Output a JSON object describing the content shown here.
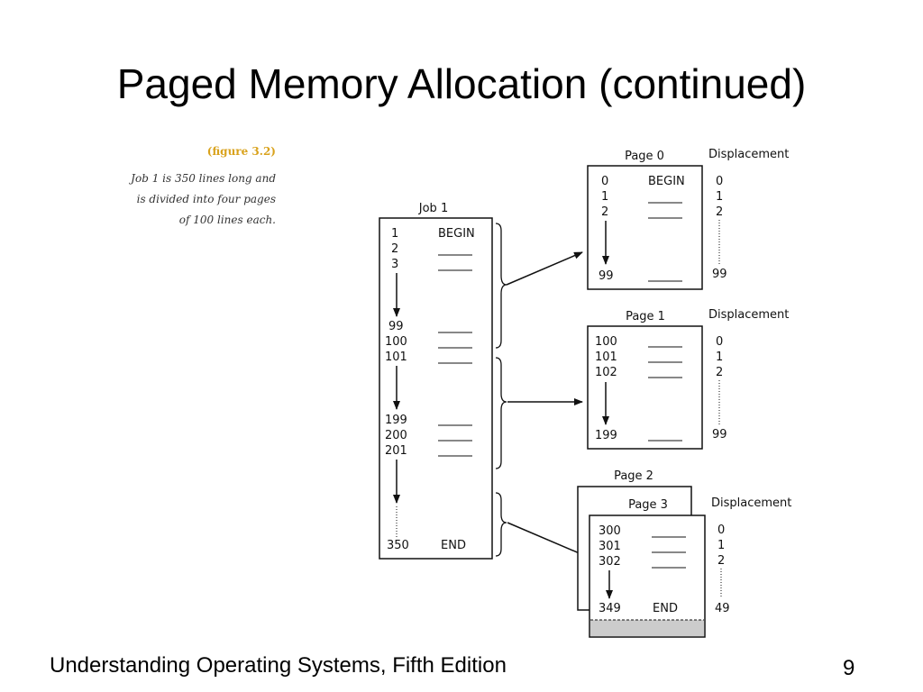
{
  "title": "Paged Memory Allocation (continued)",
  "footer": "Understanding Operating Systems, Fifth Edition",
  "page_number": "9",
  "figure": {
    "label": "(figure 3.2)",
    "caption_lines": [
      "Job 1 is 350 lines long and",
      "is divided into four pages",
      "of 100 lines each."
    ]
  },
  "job": {
    "title": "Job 1",
    "lines": [
      "1",
      "2",
      "3",
      "99",
      "100",
      "101",
      "199",
      "200",
      "201",
      "350"
    ],
    "begin": "BEGIN",
    "end": "END"
  },
  "pages": {
    "page0": {
      "title": "Page 0",
      "displacement": "Displacement",
      "lines": [
        "0",
        "1",
        "2",
        "99"
      ],
      "begin": "BEGIN",
      "disp": [
        "0",
        "1",
        "2",
        "99"
      ]
    },
    "page1": {
      "title": "Page 1",
      "displacement": "Displacement",
      "lines": [
        "100",
        "101",
        "102",
        "199"
      ],
      "disp": [
        "0",
        "1",
        "2",
        "99"
      ]
    },
    "page2": {
      "title": "Page 2"
    },
    "page3": {
      "title": "Page 3",
      "displacement": "Displacement",
      "lines": [
        "300",
        "301",
        "302",
        "349"
      ],
      "end": "END",
      "disp": [
        "0",
        "1",
        "2",
        "49"
      ]
    }
  }
}
